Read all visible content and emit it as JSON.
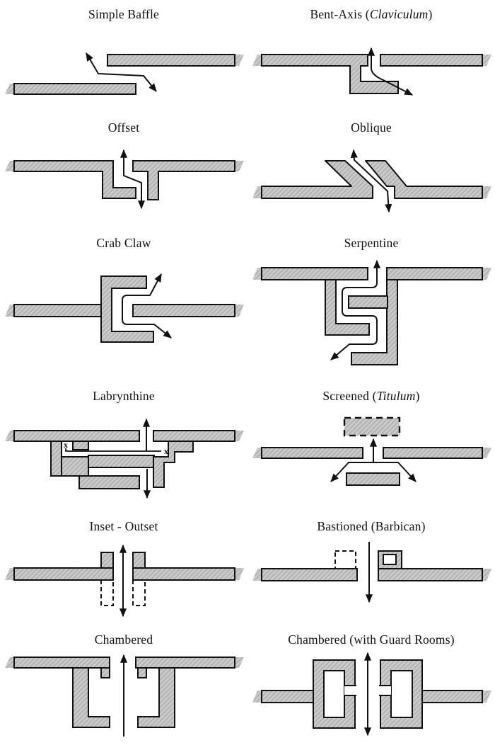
{
  "page": {
    "background": "#ffffff"
  },
  "colors": {
    "wall_fill": "#c9c9c9",
    "hatch_line": "#8e8e8e",
    "outline": "#111111",
    "arrow": "#111111"
  },
  "annotations": {
    "dead_end_mark": "x"
  },
  "panels": [
    {
      "name": "simple-baffle",
      "title": [
        {
          "text": "Simple Baffle",
          "italic": false
        }
      ]
    },
    {
      "name": "bent-axis",
      "title": [
        {
          "text": "Bent-Axis (",
          "italic": false
        },
        {
          "text": "Claviculum",
          "italic": true
        },
        {
          "text": ")",
          "italic": false
        }
      ]
    },
    {
      "name": "offset",
      "title": [
        {
          "text": "Offset",
          "italic": false
        }
      ]
    },
    {
      "name": "oblique",
      "title": [
        {
          "text": "Oblique",
          "italic": false
        }
      ]
    },
    {
      "name": "crab-claw",
      "title": [
        {
          "text": "Crab Claw",
          "italic": false
        }
      ]
    },
    {
      "name": "serpentine",
      "title": [
        {
          "text": "Serpentine",
          "italic": false
        }
      ]
    },
    {
      "name": "labrynthine",
      "title": [
        {
          "text": "Labrynthine",
          "italic": false
        }
      ]
    },
    {
      "name": "screened",
      "title": [
        {
          "text": "Screened (",
          "italic": false
        },
        {
          "text": "Titulum",
          "italic": true
        },
        {
          "text": ")",
          "italic": false
        }
      ]
    },
    {
      "name": "inset-outset",
      "title": [
        {
          "text": "Inset - Outset",
          "italic": false
        }
      ]
    },
    {
      "name": "bastioned",
      "title": [
        {
          "text": "Bastioned (Barbican)",
          "italic": false
        }
      ]
    },
    {
      "name": "chambered",
      "title": [
        {
          "text": "Chambered",
          "italic": false
        }
      ]
    },
    {
      "name": "chambered-guard-rooms",
      "title": [
        {
          "text": "Chambered (with Guard Rooms)",
          "italic": false
        }
      ]
    }
  ]
}
